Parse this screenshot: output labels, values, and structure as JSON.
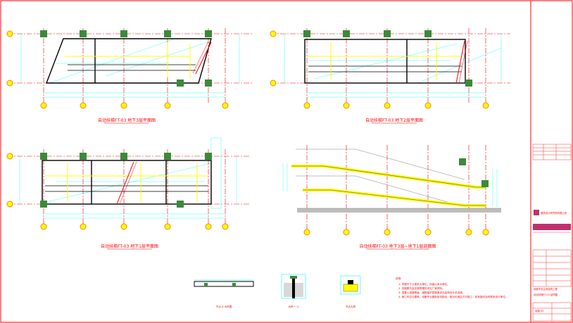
{
  "drawing": {
    "colors": {
      "axis": "#ff0000",
      "outline": "#000000",
      "dimension": "#00ffff",
      "beam": "#ffff00",
      "column": "#3a8a3a",
      "bubble_fill": "#ffff00",
      "bubble_stroke": "#ff8000",
      "ground": "#bdbdbd",
      "titleblock": "#ff0000",
      "logo": "#c03070"
    },
    "views": [
      {
        "id": "plan-1",
        "title": "自动扶梯FT-03 地下3层平面图"
      },
      {
        "id": "plan-2",
        "title": "自动扶梯FT-03 地下2层平面图"
      },
      {
        "id": "plan-3",
        "title": "自动扶梯FT-03 地下1层平面图"
      },
      {
        "id": "section",
        "title": "自动扶梯FT-03 地下3层~地下1层剖面图"
      }
    ],
    "details": [
      {
        "id": "detail-a",
        "title": "节点 A 大样图"
      },
      {
        "id": "detail-b",
        "title": "大样一 ①"
      },
      {
        "id": "detail-c",
        "title": "节点大样"
      }
    ],
    "notes": {
      "heading": "说明：",
      "lines": [
        "1. 本图尺寸以毫米为单位，标高以米为单位。",
        "2. 扶梯基坑及支座预埋件详见厂家资料。",
        "3. 混凝土强度等级、钢筋保护层厚度详见结构设计总说明。",
        "4. 施工时应与建筑、设备专业图纸密切配合，核对无误后方可施工，如有疑问及时联系设计单位。"
      ]
    },
    "title_block": {
      "company": "建筑设计研究院有限公司",
      "project": "地铁车站主体结构工程",
      "drawing_name": "自动扶梯FT-03 结构图",
      "drawing_no": "结施-03"
    }
  }
}
